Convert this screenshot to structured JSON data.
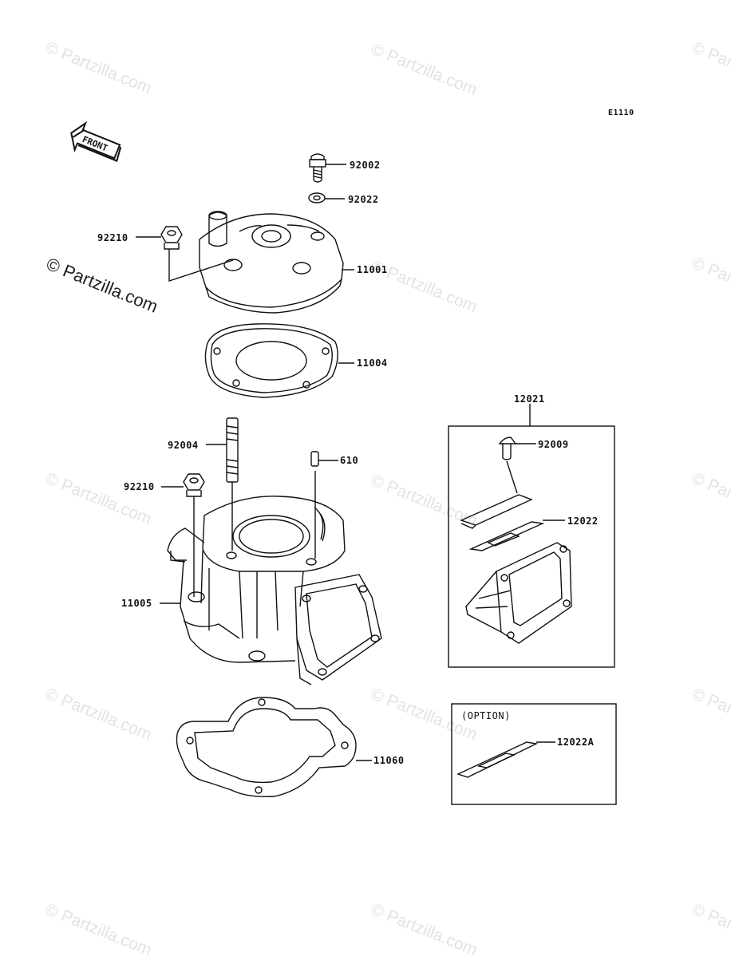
{
  "diagram_code": "E1110",
  "front_label": "FRONT",
  "watermark_text": "© Partzilla.com",
  "option_label": "(OPTION)",
  "parts": {
    "bolt_head": "92002",
    "washer": "92022",
    "nut_head": "92210",
    "cylinder_head": "11001",
    "head_gasket": "11004",
    "stud": "92004",
    "dowel_pin": "610",
    "nut_cylinder": "92210",
    "cylinder": "11005",
    "base_gasket": "11060",
    "reed_valve_assy": "12021",
    "reed_screw": "92009",
    "reed": "12022",
    "reed_option": "12022A"
  },
  "colors": {
    "line": "#111111",
    "watermark": "#e3e3e3"
  }
}
